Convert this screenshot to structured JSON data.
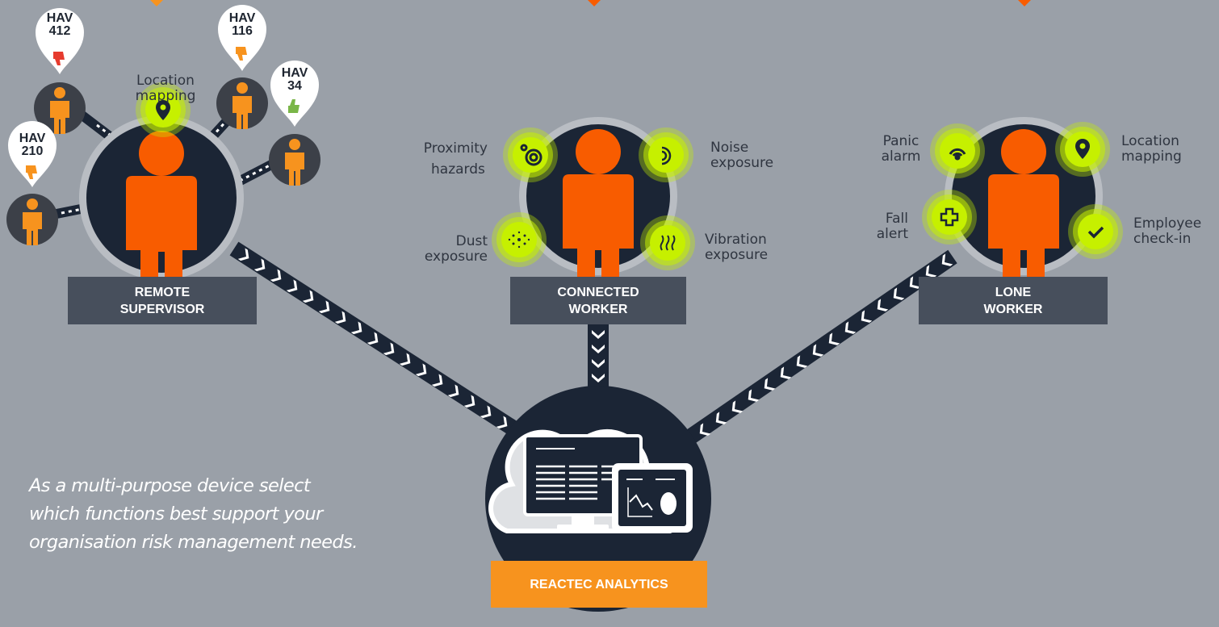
{
  "supervisor": {
    "label_line1": "REMOTE",
    "label_line2": "SUPERVISOR",
    "location_label_line1": "Location",
    "location_label_line2": "mapping",
    "pins": [
      {
        "tag": "HAV",
        "value": "412",
        "status": "thumbs-down",
        "color": "#e63b2e"
      },
      {
        "tag": "HAV",
        "value": "116",
        "status": "thumbs-down",
        "color": "#f7931e"
      },
      {
        "tag": "HAV",
        "value": "34",
        "status": "thumbs-up",
        "color": "#7ab648"
      },
      {
        "tag": "HAV",
        "value": "210",
        "status": "thumbs-down",
        "color": "#f7931e"
      }
    ]
  },
  "connected": {
    "label_line1": "CONNECTED",
    "label_line2": "WORKER",
    "features": {
      "proximity_line1": "Proximity",
      "proximity_line2": "hazards",
      "noise_line1": "Noise",
      "noise_line2": "exposure",
      "dust_line1": "Dust",
      "dust_line2": "exposure",
      "vibration_line1": "Vibration",
      "vibration_line2": "exposure"
    }
  },
  "lone": {
    "label_line1": "LONE",
    "label_line2": "WORKER",
    "features": {
      "panic_line1": "Panic",
      "panic_line2": "alarm",
      "location_line1": "Location",
      "location_line2": "mapping",
      "fall_line1": "Fall",
      "fall_line2": "alert",
      "checkin_line1": "Employee",
      "checkin_line2": "check-in"
    }
  },
  "analytics": {
    "label": "REACTEC ANALYTICS"
  },
  "tagline": {
    "line1": "As a multi-purpose device select",
    "line2": "which functions best support your",
    "line3": "organisation risk management needs."
  },
  "colors": {
    "background": "#9aa0a8",
    "node_dark": "#1b2535",
    "ring": "#b9bdc3",
    "person": "#f85c00",
    "person_small": "#f7931e",
    "feature_green": "#c6f000",
    "label_band": "#474f5c",
    "analytics_band": "#f7931e"
  }
}
